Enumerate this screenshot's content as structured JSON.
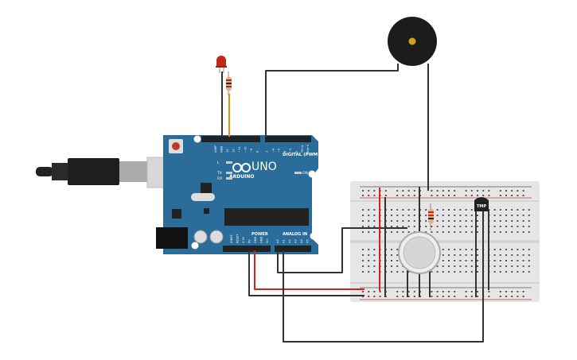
{
  "arduino": {
    "brand": "ARDUINO",
    "model": "UNO",
    "digital_label": "DIGITAL (PWM ~)",
    "power_label": "POWER",
    "analog_label": "ANALOG IN",
    "on_label": "ON",
    "led_l_label": "L",
    "tx_label": "TX",
    "rx_label": "RX",
    "digital_pins": [
      "AREF",
      "GND",
      "13",
      "12",
      "~11",
      "~10",
      "~9",
      "8",
      "7",
      "~6",
      "~5",
      "4",
      "~3",
      "2",
      "TX→1",
      "RX←0"
    ],
    "power_pins": [
      "IOREF",
      "RESET",
      "3.3V",
      "5V",
      "GND",
      "GND",
      "Vin"
    ],
    "analog_pins": [
      "A0",
      "A1",
      "A2",
      "A3",
      "A4",
      "A5"
    ]
  },
  "temp_sensor": {
    "label": "TMP"
  },
  "colors": {
    "board": "#2a6c9a",
    "wire_black": "#333333",
    "wire_red": "#d62020",
    "wire_orange": "#f08a00",
    "breadboard": "#e6e6e6"
  }
}
